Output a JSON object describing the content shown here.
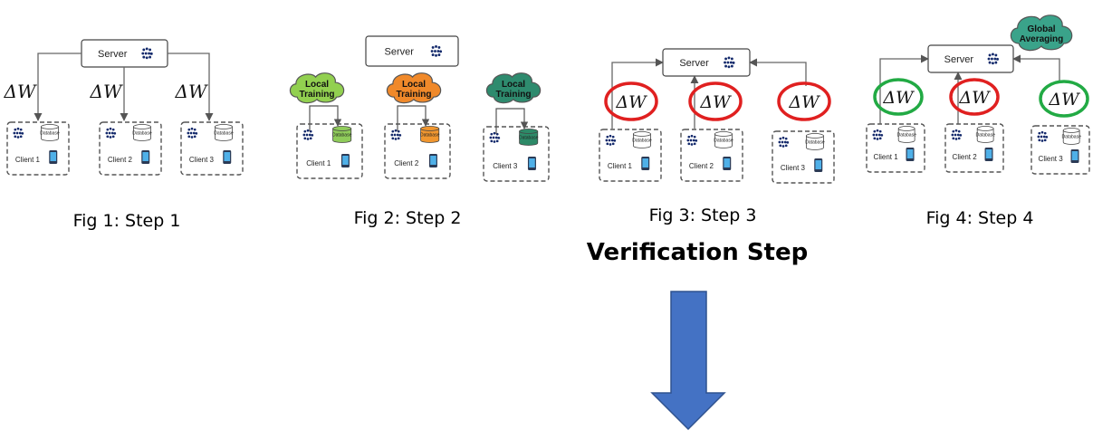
{
  "delta_symbol": "ΔW",
  "server_label": "Server",
  "database_label": "Database",
  "colors": {
    "node": "#13296b",
    "arrow": "#666666",
    "green_cloud": "#92d050",
    "orange_cloud": "#f0892a",
    "teal_cloud": "#2e8b6e",
    "global_cloud": "#3aa38a",
    "red_ring": "#e02020",
    "green_ring": "#22aa44",
    "down_arrow": "#4472c4",
    "db_green": "#8fcb5a",
    "db_orange": "#f0962f",
    "db_teal": "#2d8a68"
  },
  "panels": [
    {
      "caption": "Fig 1: Step 1",
      "clients": [
        "Client 1",
        "Client 2",
        "Client 3"
      ]
    },
    {
      "caption": "Fig 2: Step 2",
      "clients": [
        "Client 1",
        "Client 2",
        "Client 3"
      ],
      "clouds": [
        "Local\nTraining",
        "Local\nTraining",
        "Local\nTraining"
      ]
    },
    {
      "caption": "Fig 3: Step 3",
      "clients": [
        "Client 1",
        "Client 2",
        "Client 3"
      ]
    },
    {
      "caption": "Fig 4: Step 4",
      "clients": [
        "Client 1",
        "Client 2",
        "Client 3"
      ],
      "global_cloud": "Global\nAveraging"
    }
  ],
  "verification_title": "Verification Step"
}
